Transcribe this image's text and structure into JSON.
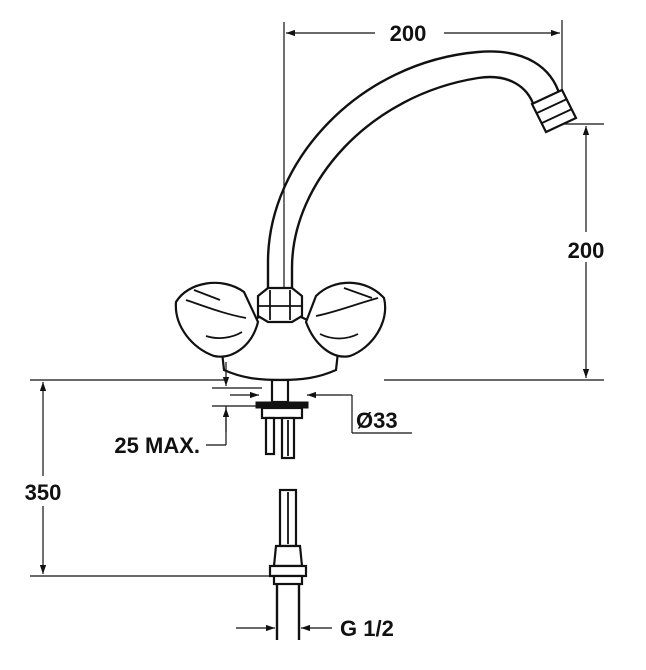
{
  "drawing": {
    "dimensions": {
      "spout_reach": "200",
      "spout_height": "200",
      "mount_hole_diameter": "Ø33",
      "max_deck_thickness": "25 MAX.",
      "hose_length": "350",
      "connection_thread": "G 1/2"
    },
    "colors": {
      "line": "#111111",
      "background": "#ffffff"
    }
  }
}
